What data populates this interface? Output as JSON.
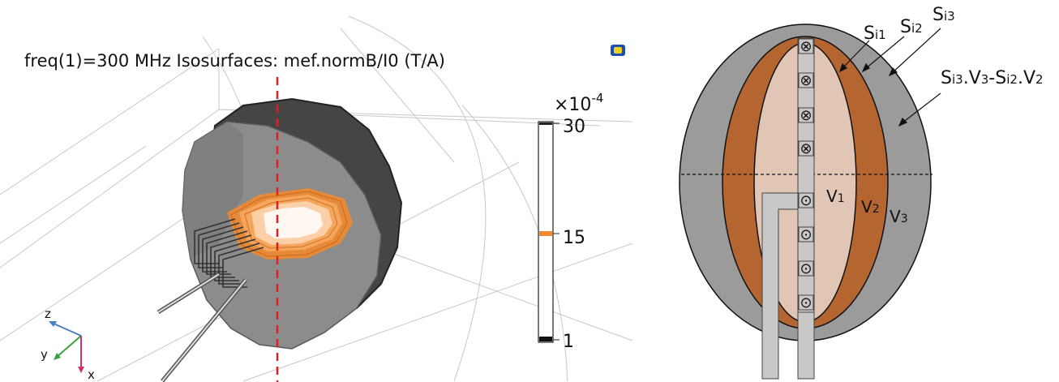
{
  "simulation": {
    "title": "freq(1)=300 MHz  Isosurfaces: mef.normB/I0 (T/A)",
    "colorbar": {
      "multiplier_base": "×10",
      "multiplier_exp": "-4",
      "max_label": "30",
      "mid_label": "15",
      "min_label": "1"
    },
    "axes": {
      "z": "z",
      "y": "y",
      "x": "x"
    },
    "colors": {
      "isosurface": "#f08a30",
      "cut_line": "#e02020",
      "phantom": "#8c8c8c"
    }
  },
  "schematic": {
    "colors": {
      "outer": "#9b9b9b",
      "middle": "#b5652f",
      "inner": "#e2c6b5",
      "feed": "#c8c8c8"
    },
    "surface_labels": {
      "si1": {
        "main": "S",
        "sub": "i1"
      },
      "si2": {
        "main": "S",
        "sub": "i2"
      },
      "si3": {
        "main": "S",
        "sub": "i3"
      }
    },
    "shell_label": {
      "s3": "S",
      "s3sub": "i3",
      "dot1": ".",
      "v3": "V",
      "v3sub": "3",
      "dash": "-",
      "s2": "S",
      "s2sub": "i2",
      "dot2": ".",
      "v2": "V",
      "v2sub": "2"
    },
    "volume_labels": {
      "v1": {
        "main": "V",
        "sub": "1"
      },
      "v2": {
        "main": "V",
        "sub": "2"
      },
      "v3": {
        "main": "V",
        "sub": "3"
      }
    },
    "current_into_symbol": "⊗",
    "current_out_symbol": "⊙"
  }
}
